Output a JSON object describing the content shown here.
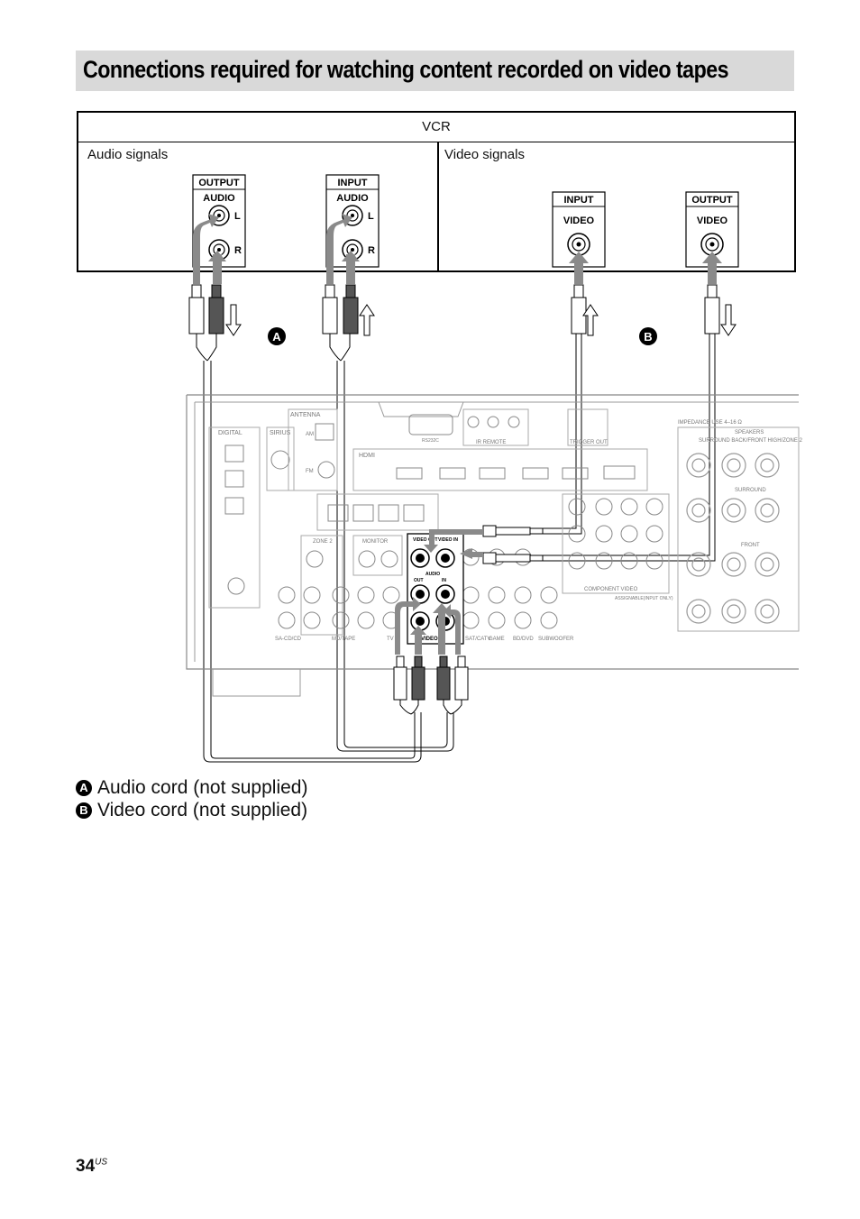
{
  "page": {
    "title": "Connections required for watching content recorded on video tapes",
    "page_number": "34",
    "page_suffix": "US"
  },
  "vcr": {
    "name": "VCR",
    "audio_label": "Audio signals",
    "video_label": "Video signals",
    "jacks": {
      "audio_output_header": "OUTPUT",
      "audio_output_sub": "AUDIO",
      "audio_input_header": "INPUT",
      "audio_input_sub": "AUDIO",
      "video_input_header": "INPUT",
      "video_input_sub": "VIDEO",
      "video_output_header": "OUTPUT",
      "video_output_sub": "VIDEO",
      "left": "L",
      "right": "R"
    }
  },
  "callouts": {
    "a": "A",
    "b": "B"
  },
  "receiver": {
    "labels": {
      "antenna": "ANTENNA",
      "digital": "DIGITAL",
      "sirius": "SIRIUS",
      "hdmi": "HDMI",
      "ir_remote": "IR REMOTE",
      "trigger_out": "TRIGGER OUT",
      "rs232c": "RS232C",
      "zone2": "ZONE 2",
      "monitor": "MONITOR",
      "video1": "VIDEO 1",
      "video_in": "VIDEO IN",
      "video_out": "VIDEO OUT",
      "audio": "AUDIO",
      "out": "OUT",
      "in": "IN",
      "component_video": "COMPONENT VIDEO",
      "assignable": "ASSIGNABLE(INPUT ONLY)",
      "speakers": "SPEAKERS",
      "impedance": "IMPEDANCE USE 4–16 Ω",
      "surround_back": "SURROUND BACK/FRONT HIGH/ZONE 2",
      "surround": "SURROUND",
      "front": "FRONT",
      "sa_cd": "SA-CD/CD",
      "md_tape": "MD/TAPE",
      "tv": "TV",
      "sat_catv": "SAT/CATV",
      "game": "GAME",
      "bd_dvd": "BD/DVD",
      "subwoofer": "SUBWOOFER",
      "am": "AM",
      "fm": "FM"
    }
  },
  "legend": {
    "a_text": "Audio cord (not supplied)",
    "b_text": "Video cord (not supplied)"
  }
}
